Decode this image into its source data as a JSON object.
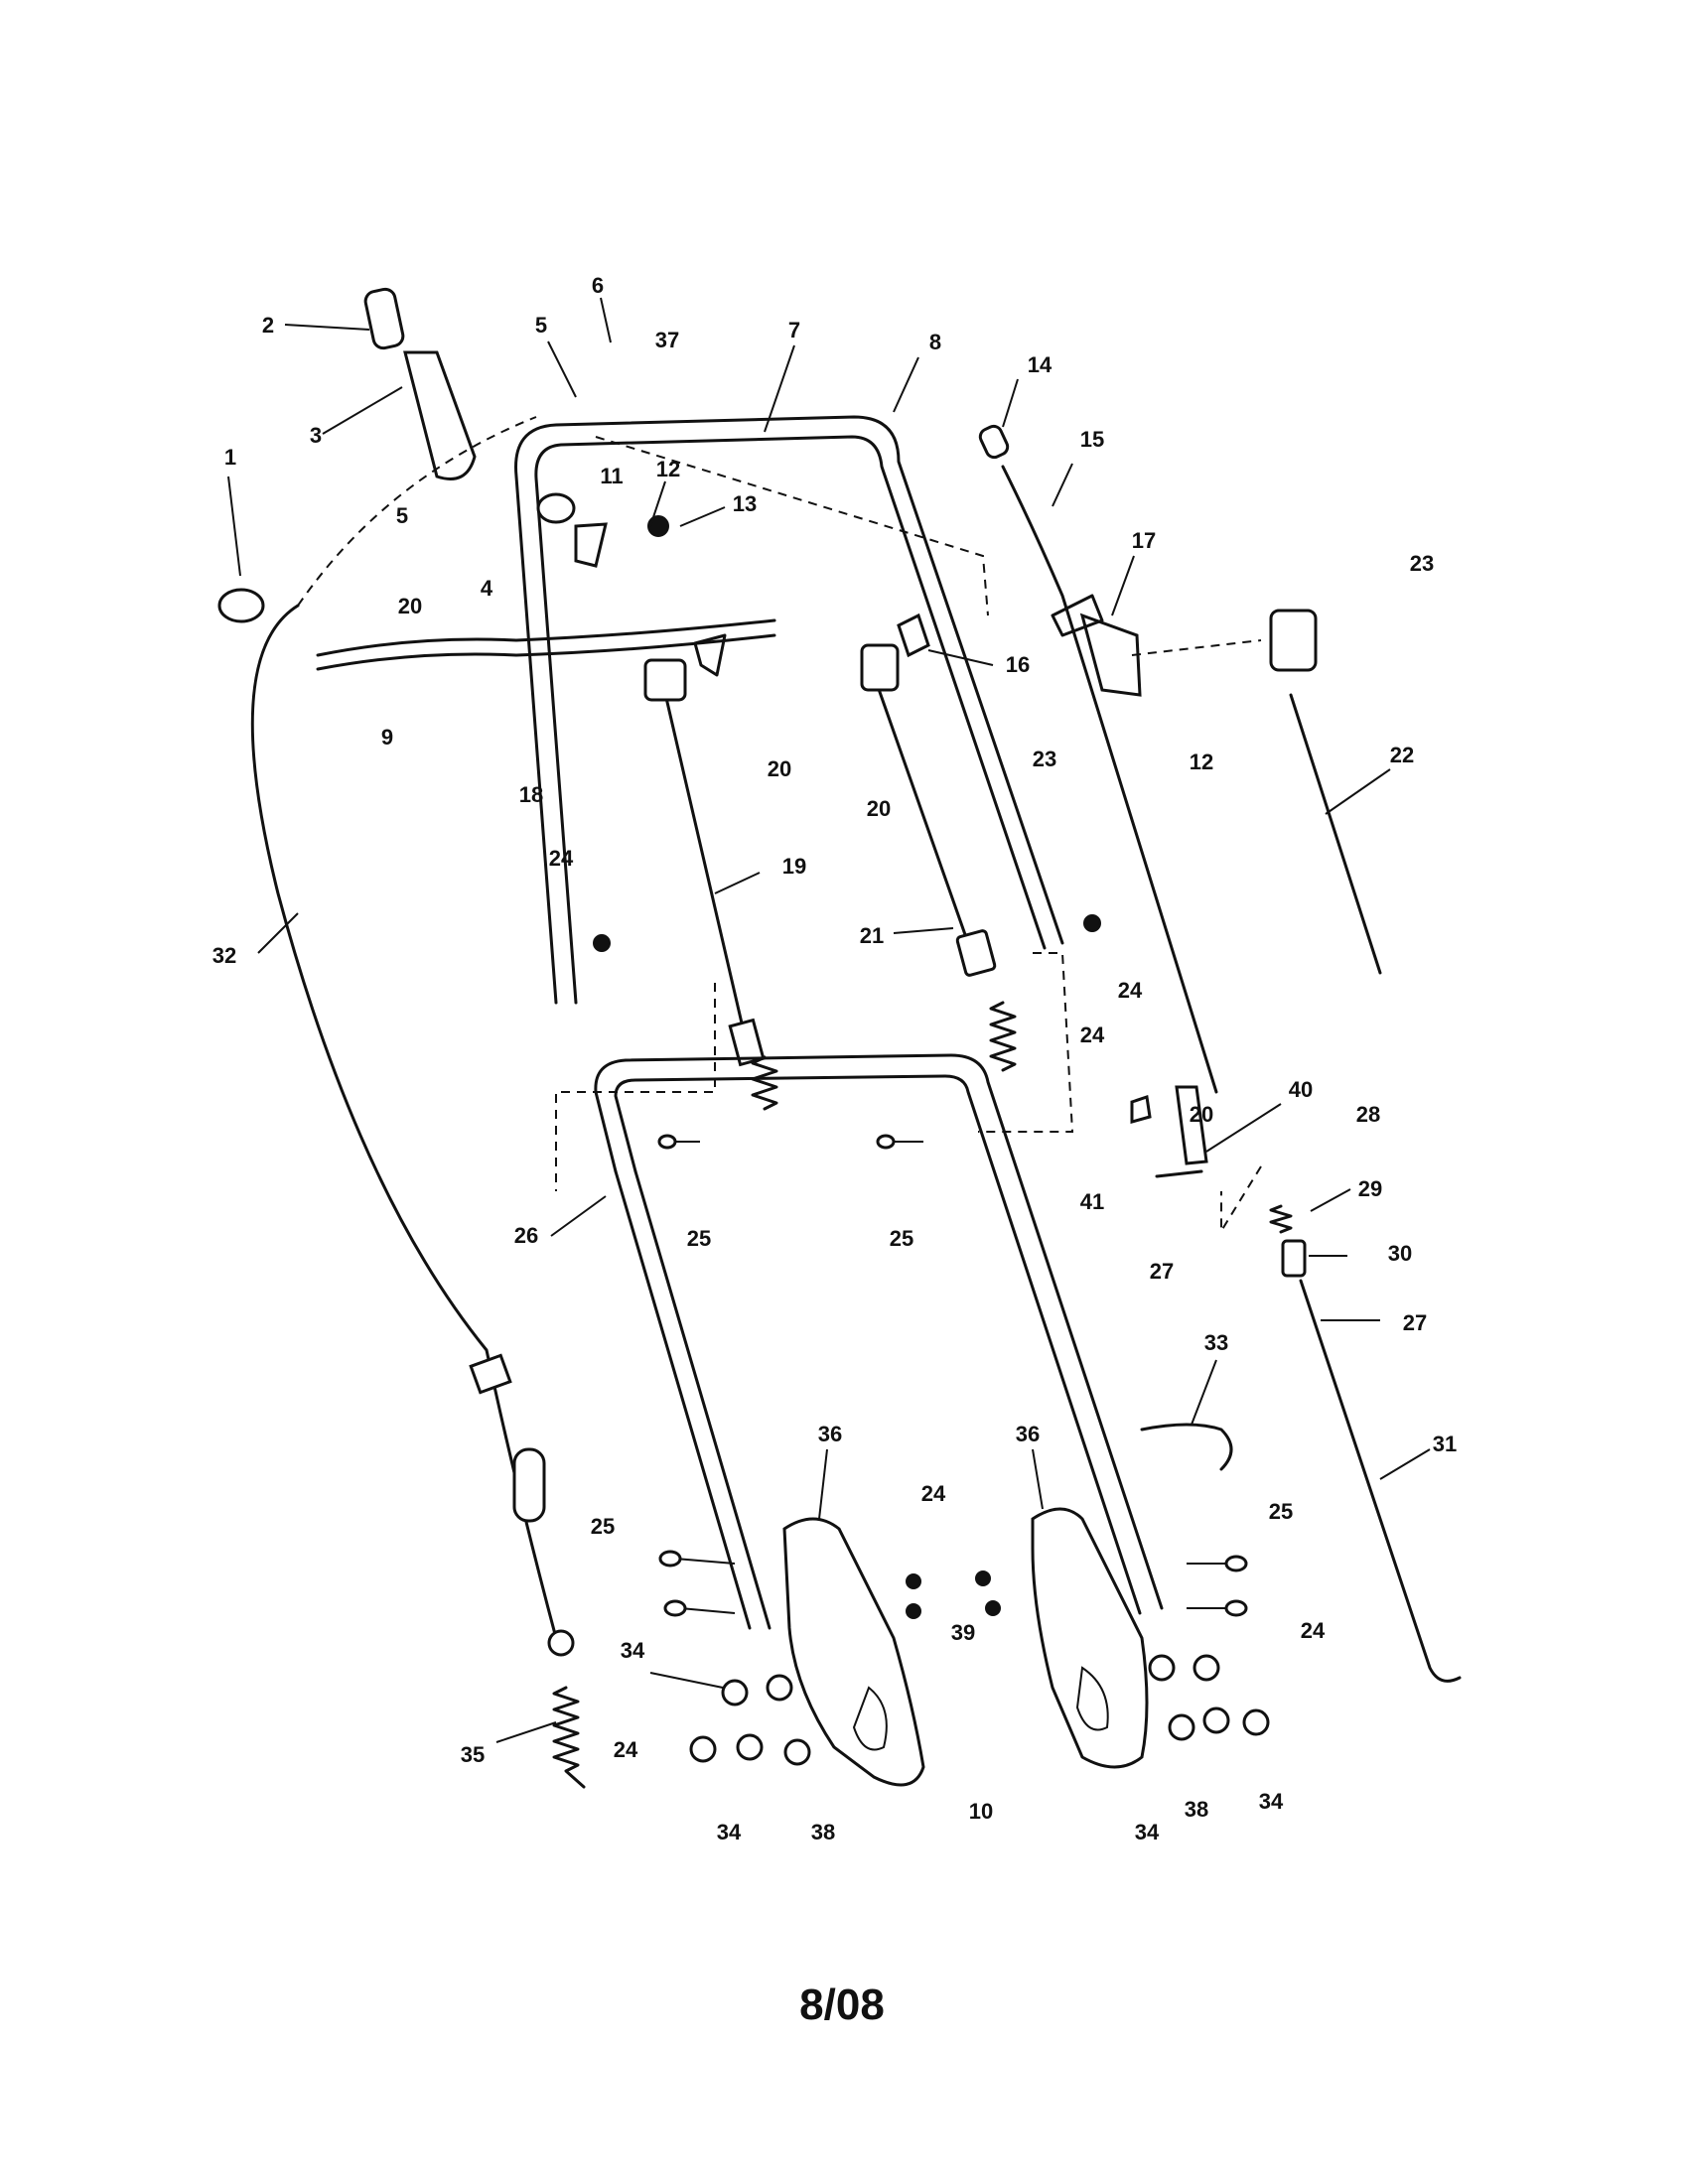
{
  "diagram": {
    "footer_date": "8/08",
    "callouts": [
      "1",
      "2",
      "3",
      "4",
      "5",
      "5",
      "6",
      "7",
      "8",
      "9",
      "10",
      "11",
      "12",
      "12",
      "13",
      "14",
      "15",
      "16",
      "17",
      "18",
      "19",
      "20",
      "20",
      "20",
      "20",
      "21",
      "22",
      "23",
      "23",
      "24",
      "24",
      "24",
      "24",
      "24",
      "24",
      "25",
      "25",
      "25",
      "25",
      "26",
      "27",
      "27",
      "28",
      "29",
      "30",
      "31",
      "32",
      "33",
      "34",
      "34",
      "34",
      "34",
      "35",
      "36",
      "36",
      "37",
      "38",
      "38",
      "39",
      "40",
      "41"
    ]
  }
}
